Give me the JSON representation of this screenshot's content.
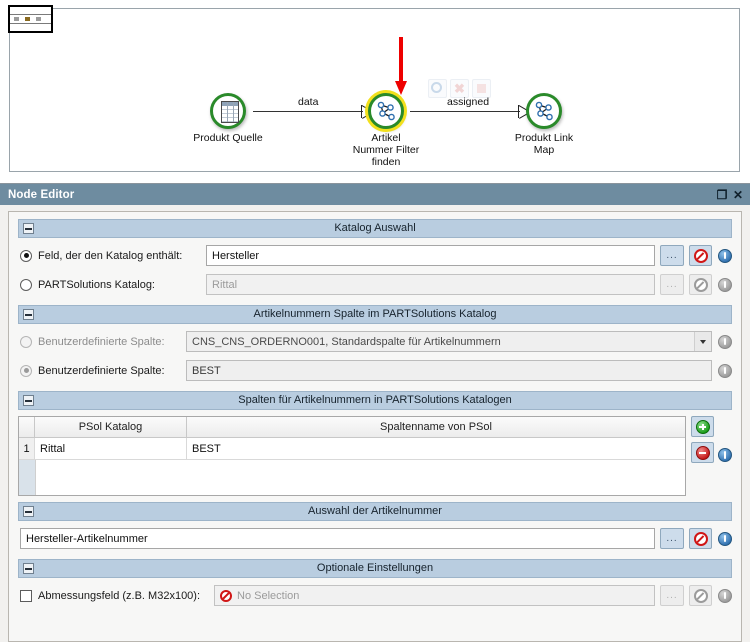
{
  "graph": {
    "minimap": {
      "name": "overview-minimap"
    },
    "float_toolbar": [
      {
        "name": "execute-icon",
        "label": "execute"
      },
      {
        "name": "cancel-icon",
        "label": "cancel"
      },
      {
        "name": "stop-icon",
        "label": "stop"
      }
    ],
    "nodes": [
      {
        "id": "source",
        "caption": "Produkt Quelle",
        "icon": "table-icon",
        "selected": false
      },
      {
        "id": "filter",
        "caption": "Artikel\nNummer Filter\nfinden",
        "caption_lines": [
          "Artikel",
          "Nummer Filter",
          "finden"
        ],
        "icon": "network-icon",
        "selected": true
      },
      {
        "id": "map",
        "caption": "Produkt Link\nMap",
        "caption_lines": [
          "Produkt Link",
          "Map"
        ],
        "icon": "network-icon",
        "selected": false
      }
    ],
    "edges": [
      {
        "label": "data",
        "from": "source",
        "to": "filter"
      },
      {
        "label": "assigned",
        "from": "filter",
        "to": "map"
      }
    ],
    "annotation": {
      "type": "red-arrow",
      "points_to": "filter"
    }
  },
  "node_editor": {
    "title": "Node Editor",
    "undock_glyph": "❐",
    "close_glyph": "✕",
    "sections": [
      {
        "id": "katalog_auswahl",
        "title": "Katalog Auswahl",
        "collapsed": false,
        "rows": [
          {
            "type": "radio-text",
            "label": "Feld, der den Katalog enthält:",
            "selected": true,
            "enabled": true,
            "value": "Hersteller",
            "browse_label": "...",
            "clear_icon": "no-entry-icon",
            "info_icon": "info-icon"
          },
          {
            "type": "radio-text",
            "label": "PARTSolutions Katalog:",
            "selected": false,
            "enabled": false,
            "value": "Rittal",
            "browse_label": "...",
            "clear_icon": "no-entry-icon",
            "info_icon": "info-icon"
          }
        ]
      },
      {
        "id": "artikelnummern_spalte",
        "title": "Artikelnummern Spalte im PARTSolutions Katalog",
        "collapsed": false,
        "rows": [
          {
            "type": "radio-combo",
            "label": "Benutzerdefinierte Spalte:",
            "selected": false,
            "enabled": false,
            "value": "CNS_CNS_ORDERNO001, Standardspalte für Artikelnummern",
            "info_icon": "info-icon"
          },
          {
            "type": "radio-text",
            "label": "Benutzerdefinierte Spalte:",
            "selected": true,
            "enabled": false,
            "value": "BEST",
            "info_icon": "info-icon"
          }
        ]
      },
      {
        "id": "spalten_tabelle",
        "title": "Spalten für Artikelnummern in PARTSolutions Katalogen",
        "collapsed": false,
        "table": {
          "columns": [
            "",
            "PSol Katalog",
            "Spaltenname von PSol"
          ],
          "rows": [
            {
              "index": "1",
              "catalog": "Rittal",
              "column": "BEST"
            }
          ],
          "add_icon": "plus-icon",
          "remove_icon": "minus-icon",
          "info_icon": "info-icon"
        }
      },
      {
        "id": "auswahl_artikelnummer",
        "title": "Auswahl der Artikelnummer",
        "collapsed": false,
        "rows": [
          {
            "type": "text",
            "value": "Hersteller-Artikelnummer",
            "browse_label": "...",
            "clear_icon": "no-entry-icon",
            "info_icon": "info-icon"
          }
        ]
      },
      {
        "id": "optionale_einstellungen",
        "title": "Optionale Einstellungen",
        "collapsed": false,
        "rows": [
          {
            "type": "checkbox-text",
            "label": "Abmessungsfeld (z.B. M32x100):",
            "checked": false,
            "enabled": false,
            "value": "No Selection",
            "value_icon": "no-entry-icon",
            "browse_label": "...",
            "clear_icon": "no-entry-icon",
            "info_icon": "info-icon"
          }
        ]
      }
    ]
  },
  "colors": {
    "titlebar": "#6e8ca0",
    "section_header": "#b9cde0",
    "node_ring": "#2a8a2a",
    "selection_halo": "#f2e01c",
    "annotation_arrow": "#ee0000",
    "button_face": "#cddceb"
  }
}
